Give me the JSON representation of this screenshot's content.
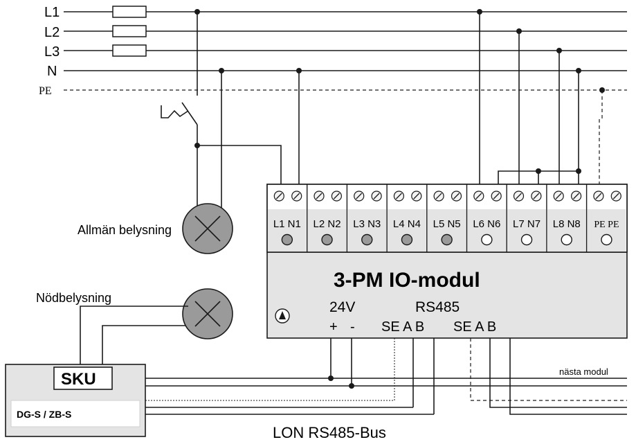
{
  "lines": {
    "L1": "L1",
    "L2": "L2",
    "L3": "L3",
    "N": "N",
    "PE": "PE"
  },
  "lamps": {
    "general": "Allmän belysning",
    "emergency": "Nödbelysning"
  },
  "module": {
    "title": "3-PM IO-modul",
    "power": "24V",
    "plus": "+",
    "minus": "-",
    "bus": "RS485",
    "bus_terms_1": "SE A B",
    "bus_terms_2": "SE A B",
    "terminals": [
      "L1 N1",
      "L2 N2",
      "L3 N3",
      "L4 N4",
      "L5 N5",
      "L6 N6",
      "L7 N7",
      "L8 N8",
      "PE PE"
    ]
  },
  "sku": {
    "title": "SKU",
    "model": "DG-S / ZB-S"
  },
  "bus": {
    "label": "LON RS485-Bus",
    "next": "nästa modul"
  }
}
